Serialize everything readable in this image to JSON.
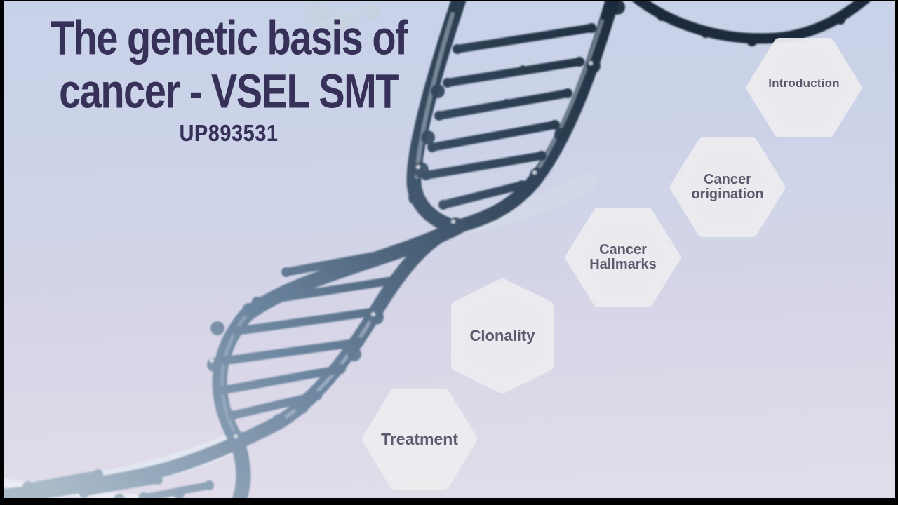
{
  "slide": {
    "title_line1": "The genetic basis of",
    "title_line2": "cancer - VSEL SMT",
    "title_line3": "UP893531"
  },
  "nav": {
    "items": [
      {
        "id": "introduction",
        "label": "Introduction",
        "lines": [
          "Introduction"
        ]
      },
      {
        "id": "cancer-origination",
        "label": "Cancer origination",
        "lines": [
          "Cancer",
          "origination"
        ]
      },
      {
        "id": "cancer-hallmarks",
        "label": "Cancer Hallmarks",
        "lines": [
          "Cancer",
          "Hallmarks"
        ]
      },
      {
        "id": "clonality",
        "label": "Clonality",
        "lines": [
          "Clonality"
        ]
      },
      {
        "id": "treatment",
        "label": "Treatment",
        "lines": [
          "Treatment"
        ]
      }
    ]
  },
  "background": {
    "description": "3D render of a DNA double helix running diagonally from bottom-left to top-right",
    "top_color": "#c7d2e8",
    "bottom_color": "#e1dcea",
    "helix_dark": "#1c2a3a",
    "helix_light": "#a9bac9",
    "hexagon_fill": "#ececee",
    "hexagon_text_color": "#5e5a6e",
    "title_color": "#373058"
  }
}
